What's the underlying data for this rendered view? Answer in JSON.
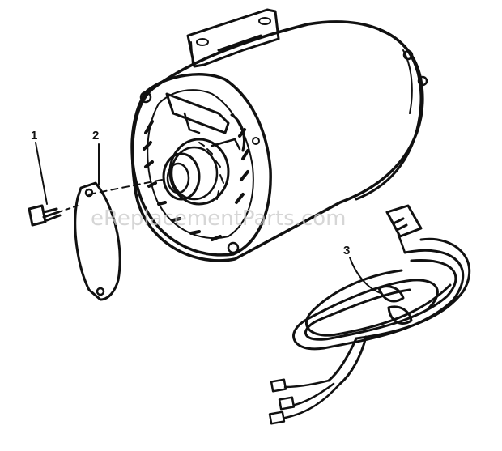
{
  "callouts": [
    {
      "id": "1",
      "label": "1"
    },
    {
      "id": "2",
      "label": "2"
    },
    {
      "id": "3",
      "label": "3"
    }
  ],
  "watermark": "eReplacementParts.com",
  "colors": {
    "ink": "#111111",
    "background": "#ffffff",
    "watermark": "#c9c9c9"
  }
}
